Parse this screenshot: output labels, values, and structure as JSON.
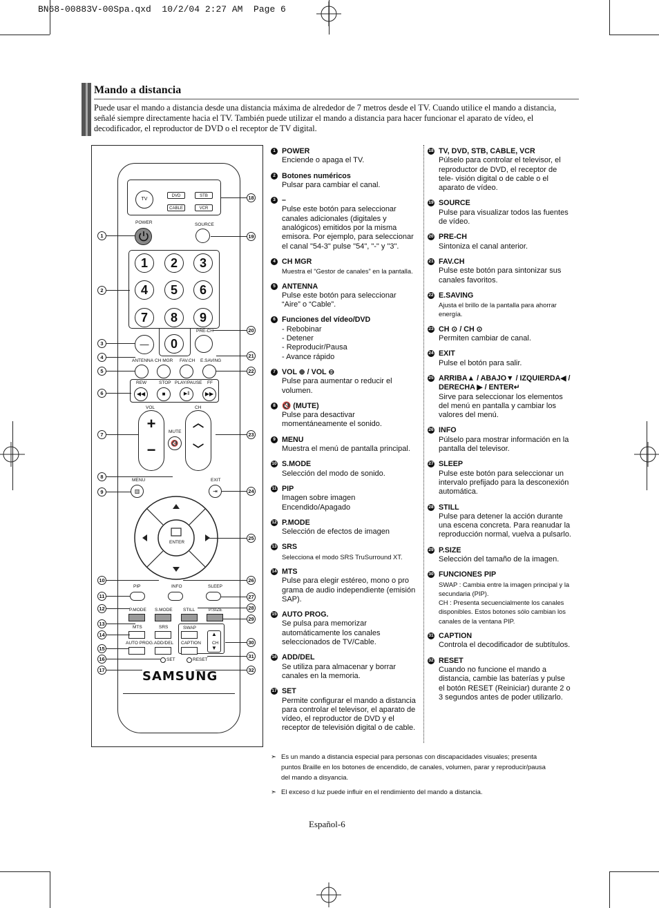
{
  "header": {
    "text": "BN68-00883V-00Spa.qxd  10/2/04 2:27 AM  Page 6"
  },
  "section": {
    "title": "Mando a distancia",
    "intro": "Puede usar el mando a distancia desde una distancia máxima de alrededor de 7 metros desde el TV. Cuando utilice el mando a distancia, señalé siempre directamente hacia el TV. También puede utilizar el mando a distancia para hacer funcionar el aparato de vídeo, el decodificador, el reproductor de DVD o el receptor de TV digital."
  },
  "remote": {
    "tv": "TV",
    "dvd": "DVD",
    "stb": "STB",
    "cable": "CABLE",
    "vcr": "VCR",
    "power": "POWER",
    "source": "SOURCE",
    "nums": [
      "1",
      "2",
      "3",
      "4",
      "5",
      "6",
      "7",
      "8",
      "9",
      "0"
    ],
    "dash": "—",
    "prech": "PRE-CH",
    "antenna": "ANTENNA",
    "chmgr": "CH MGR",
    "favch": "FAV.CH",
    "esaving": "E.SAVING",
    "rew": "REW",
    "stop": "STOP",
    "playpause": "PLAY/PAUSE",
    "ff": "FF",
    "vol": "VOL",
    "ch": "CH",
    "mute": "MUTE",
    "menu": "MENU",
    "exit": "EXIT",
    "enter": "ENTER",
    "pip": "PIP",
    "info": "INFO",
    "sleep": "SLEEP",
    "pmode": "P.MODE",
    "smode": "S.MODE",
    "still": "STILL",
    "psize": "P.SIZE",
    "mts": "MTS",
    "srs": "SRS",
    "swap": "SWAP",
    "autoprog": "AUTO PROG.",
    "adddel": "ADD/DEL",
    "caption": "CAPTION",
    "ch2": "CH",
    "set": "SET",
    "reset": "RESET",
    "brand": "SAMSUNG"
  },
  "callouts_left": [
    "1",
    "2",
    "3",
    "4",
    "5",
    "6",
    "7",
    "8",
    "9",
    "10",
    "11",
    "12",
    "13",
    "14",
    "15",
    "16",
    "17"
  ],
  "callouts_right": [
    "18",
    "19",
    "20",
    "21",
    "22",
    "23",
    "24",
    "25",
    "26",
    "27",
    "28",
    "29",
    "30",
    "31",
    "32"
  ],
  "items_col1": [
    {
      "n": "1",
      "title": "POWER",
      "desc": "Enciende o apaga el TV."
    },
    {
      "n": "2",
      "title": "Botones numéricos",
      "desc": "Pulsar para cambiar el canal."
    },
    {
      "n": "3",
      "title": "–",
      "desc": "Pulse este botón para seleccionar canales adicionales (digitales y analógicos) emitidos por la misma emisora. Por ejemplo, para seleccionar el canal \"54-3\" pulse \"54\", \"-\" y \"3\"."
    },
    {
      "n": "4",
      "title": "CH MGR",
      "desc": "Muestra el “Gestor de canales” en la pantalla.",
      "small": true
    },
    {
      "n": "5",
      "title": "ANTENNA",
      "desc": "Pulse este botón para seleccionar “Aire” o “Cable”."
    },
    {
      "n": "6",
      "title": "Funciones del vídeo/DVD",
      "desc": "- Rebobinar\n- Detener\n- Reproducir/Pausa\n- Avance rápido"
    },
    {
      "n": "7",
      "title": "VOL ⊕ / VOL ⊖",
      "desc": "Pulse para aumentar o reducir el volumen."
    },
    {
      "n": "8",
      "title": "🔇 (MUTE)",
      "desc": "Pulse para desactivar momentáneamente el sonido."
    },
    {
      "n": "9",
      "title": "MENU",
      "desc": "Muestra el menú de pantalla principal."
    },
    {
      "n": "10",
      "title": "S.MODE",
      "desc": "Selección del modo de sonido."
    },
    {
      "n": "11",
      "title": "PIP",
      "desc": "Imagen sobre imagen\nEncendido/Apagado"
    },
    {
      "n": "12",
      "title": "P.MODE",
      "desc": "Selección de efectos de imagen"
    },
    {
      "n": "13",
      "title": "SRS",
      "desc": "Selecciona el modo SRS TruSurround XT.",
      "small": true
    },
    {
      "n": "14",
      "title": "MTS",
      "desc": "Pulse para elegir estéreo, mono o pro grama de audio independiente (emisión SAP)."
    },
    {
      "n": "15",
      "title": "AUTO PROG.",
      "desc": "Se pulsa para memorizar automáticamente los canales seleccionados de TV/Cable."
    },
    {
      "n": "16",
      "title": "ADD/DEL",
      "desc": "Se utiliza para almacenar y borrar canales en la memoria."
    },
    {
      "n": "17",
      "title": "SET",
      "desc": "Permite configurar el mando a distancia para controlar el televisor, el aparato de vídeo, el reproductor de DVD y el receptor de televisión digital o de cable."
    }
  ],
  "items_col2": [
    {
      "n": "18",
      "title": "TV, DVD, STB, CABLE, VCR",
      "desc": "Púlselo para controlar el televisor, el reproductor de DVD, el receptor de tele- visión digital o de cable o el aparato de vídeo."
    },
    {
      "n": "19",
      "title": "SOURCE",
      "desc": "Pulse para visualizar todos las fuentes de vídeo."
    },
    {
      "n": "20",
      "title": "PRE-CH",
      "desc": "Sintoniza el canal anterior."
    },
    {
      "n": "21",
      "title": "FAV.CH",
      "desc": "Pulse este botón para sintonizar sus canales favoritos."
    },
    {
      "n": "22",
      "title": "E.SAVING",
      "desc": "Ajusta el brillo de la pantalla para ahorrar energía.",
      "small": true
    },
    {
      "n": "23",
      "title": "CH ⊙ / CH ⊙",
      "desc": "Permiten cambiar de canal."
    },
    {
      "n": "24",
      "title": "EXIT",
      "desc": "Pulse el botón para salir."
    },
    {
      "n": "25",
      "title": "ARRIBA▲ / ABAJO▼ / IZQUIERDA◀ / DERECHA ▶ / ENTER↵",
      "desc": "Sirve para seleccionar los elementos del menú en pantalla y cambiar los valores del menú."
    },
    {
      "n": "26",
      "title": "INFO",
      "desc": "Púlselo para mostrar información en la pantalla del televisor."
    },
    {
      "n": "27",
      "title": "SLEEP",
      "desc": "Pulse este botón para seleccionar un intervalo prefijado para la desconexión automática."
    },
    {
      "n": "28",
      "title": "STILL",
      "desc": "Pulse para detener la acción durante una escena concreta. Para reanudar la reproducción normal, vuelva a pulsarlo."
    },
    {
      "n": "29",
      "title": "P.SIZE",
      "desc": "Selección del tamaño de la imagen."
    },
    {
      "n": "30",
      "title": "FUNCIONES PIP",
      "desc": "SWAP : Cambia entre la imagen principal y la secundaria (PIP).\nCH : Presenta secuencialmente los canales disponibles. Estos botones sólo cambian los canales de la ventana PIP.",
      "small": true
    },
    {
      "n": "31",
      "title": "CAPTION",
      "desc": "Controla el decodificador de subtítulos."
    },
    {
      "n": "32",
      "title": "RESET",
      "desc": "Cuando no funcione el mando a distancia, cambie las baterías y pulse el botón RESET (Reiniciar) durante 2 o 3 segundos antes de poder utilizarlo."
    }
  ],
  "notes": [
    "Es un mando a distancia especial para personas con discapacidades visuales; presenta puntos Braille en los botones de encendido, de canales, volumen, parar y reproducir/pausa del mando a disyancia.",
    "El exceso d luz puede influir en el rendimiento del mando a distancia."
  ],
  "page_number": "Español-6"
}
